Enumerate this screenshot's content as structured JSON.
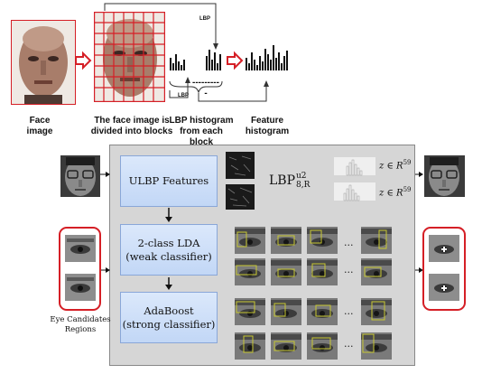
{
  "top": {
    "labels": {
      "face_image": [
        "Face",
        "image"
      ],
      "divided": [
        "The face image is",
        "divided into blocks"
      ],
      "lbp_hist": [
        "LBP histogram",
        "from each block"
      ],
      "feature_hist": [
        "Feature",
        "histogram"
      ]
    },
    "arrow_tags": [
      "LBP",
      "LBP"
    ],
    "dashes": "----------"
  },
  "bottom": {
    "boxes": {
      "ulbp": [
        "ULBP Features"
      ],
      "lda": [
        "2-class LDA",
        "(weak classifier)"
      ],
      "adaboost": [
        "AdaBoost",
        "(strong classifier)"
      ]
    },
    "formula": {
      "base": "LBP",
      "sup": "u2",
      "sub": "8,R"
    },
    "vector_1": "z ∈ R",
    "vector_2": "z ∈ R",
    "vector_exp": "59",
    "ellipsis": "...",
    "eye_caption": [
      "Eye Candidates",
      "Regions"
    ]
  },
  "colors": {
    "red": "#d51f26",
    "panel": "#d6d6d6",
    "box_blue": "#c8dbf7",
    "thumb_yellow": "#c8c832"
  }
}
